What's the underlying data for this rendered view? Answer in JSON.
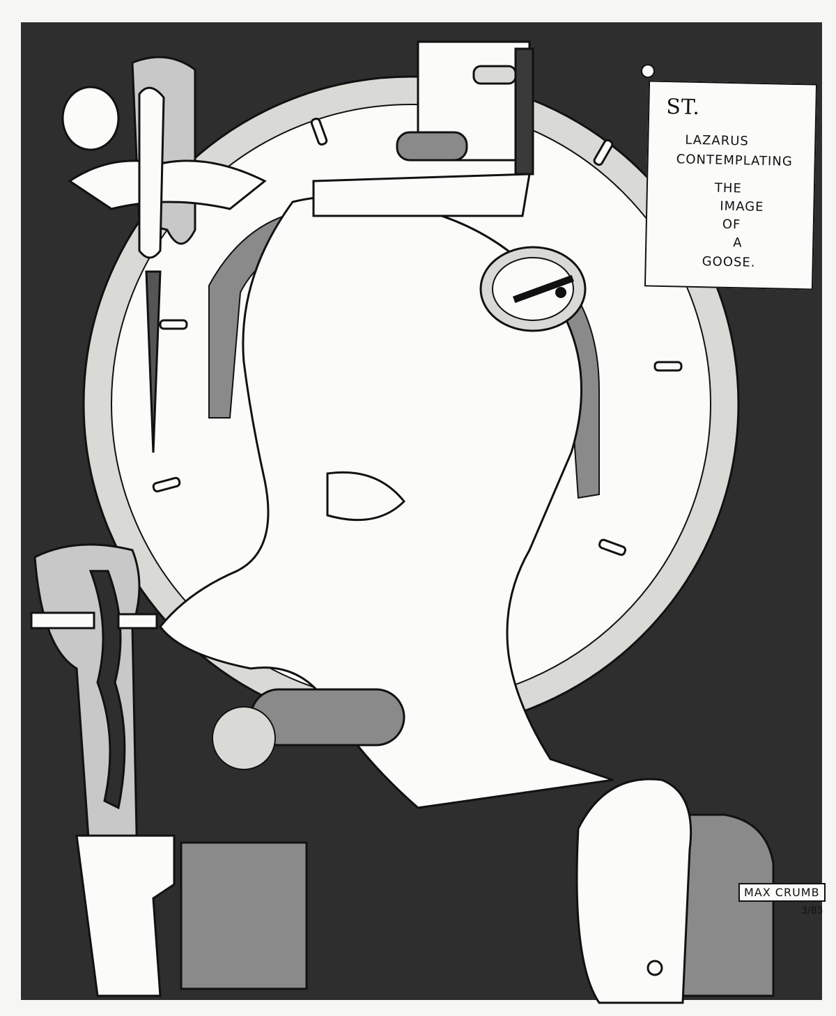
{
  "title_card": {
    "st": "ST.",
    "line1": "LAZARUS",
    "line2": "CONTEMPLATING",
    "line3": "THE",
    "line4": "IMAGE",
    "line5": "OF",
    "line6": "A",
    "line7": "GOOSE."
  },
  "signature": {
    "name": "MAX CRUMB",
    "date": "3/83"
  },
  "colors": {
    "paper": "#f6f6f4",
    "ink": "#111111",
    "background_dark": "#2e2e2e",
    "mid_grey": "#8a8a8a",
    "light_grey": "#c8c8c8",
    "white": "#fbfbf9"
  }
}
